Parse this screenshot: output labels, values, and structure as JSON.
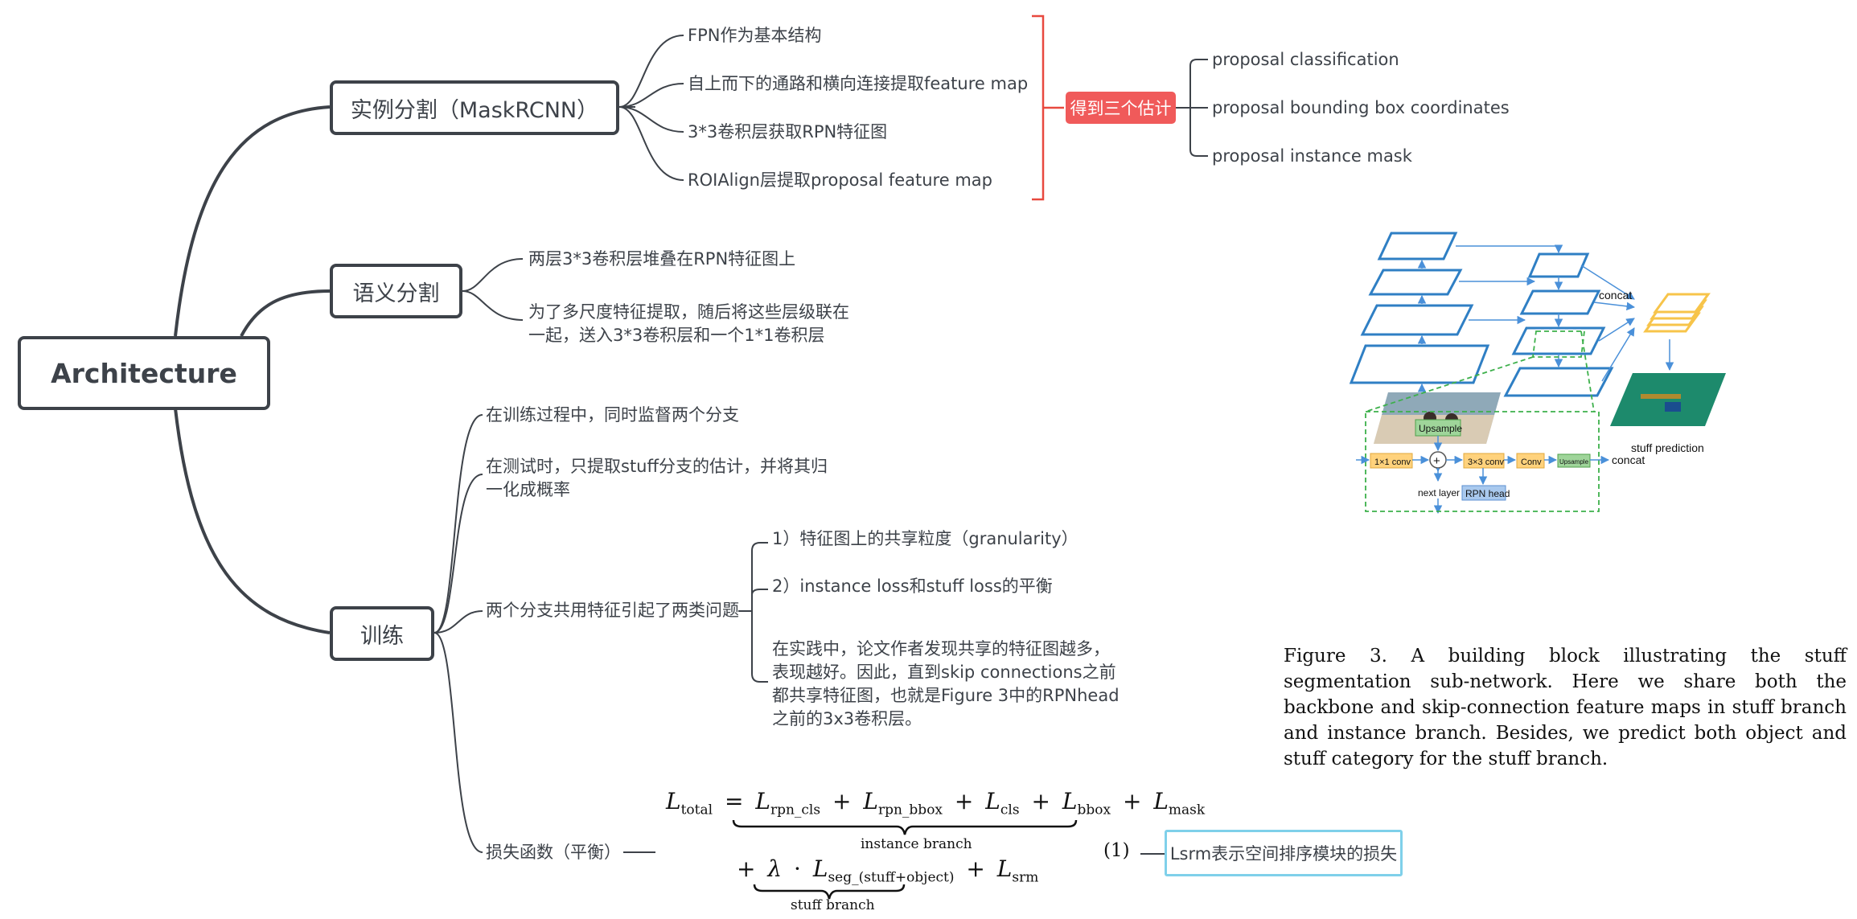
{
  "colors": {
    "line": "#3d4249",
    "bracket": "#e8493f",
    "badge_bg": "#f05a5a",
    "note_border": "#7fd0ea",
    "fig_blue": "#2f7fc4",
    "fig_green": "#3db04b",
    "fig_yellow": "#f7c44a"
  },
  "root": {
    "label": "Architecture"
  },
  "branches": {
    "mask": {
      "label": "实例分割（MaskRCNN）",
      "children": [
        "FPN作为基本结构",
        "自上而下的通路和横向连接提取feature map",
        "3*3卷积层获取RPN特征图",
        "ROIAlign层提取proposal feature map"
      ],
      "badge": "得到三个估计",
      "estimates": [
        "proposal classification",
        "proposal bounding box coordinates",
        "proposal instance mask"
      ]
    },
    "semantic": {
      "label": "语义分割",
      "children": [
        "两层3*3卷积层堆叠在RPN特征图上",
        "为了多尺度特征提取，随后将这些层级联在一起，送入3*3卷积层和一个1*1卷积层"
      ]
    },
    "train": {
      "label": "训练",
      "children": [
        "在训练过程中，同时监督两个分支",
        "在测试时，只提取stuff分支的估计，并将其归一化成概率",
        "两个分支共用特征引起了两类问题",
        "损失函数（平衡）"
      ],
      "issues": [
        "1）特征图上的共享粒度（granularity）",
        "2）instance loss和stuff loss的平衡",
        "在实践中，论文作者发现共享的特征图越多，表现越好。因此，直到skip connections之前都共享特征图，也就是Figure 3中的RPNhead之前的3x3卷积层。"
      ],
      "loss_note": "Lsrm表示空间排序模块的损失"
    }
  },
  "equation": {
    "lhs": "L",
    "lhs_sub": "total",
    "eq": "=",
    "t1": "L",
    "t1_sub": "rpn_cls",
    "t2": "L",
    "t2_sub": "rpn_bbox",
    "t3": "L",
    "t3_sub": "cls",
    "t4": "L",
    "t4_sub": "bbox",
    "t5": "L",
    "t5_sub": "mask",
    "plus": "+",
    "brace1_label": "instance branch",
    "lambda": "λ",
    "dot": "·",
    "t6": "L",
    "t6_sub": "seg_(stuff+object)",
    "t7": "L",
    "t7_sub": "srm",
    "brace2_label": "stuff branch",
    "number": "(1)"
  },
  "figure": {
    "concat_top": "concat",
    "stuff_prediction": "stuff prediction",
    "upsample": "Upsample",
    "conv1x1": "1×1 conv",
    "plus": "+",
    "conv3x3": "3×3 conv",
    "conv": "Conv",
    "upsample_small": "Upsample",
    "concat": "concat",
    "next_layer": "next layer",
    "rpn_head": "RPN head",
    "caption": "Figure 3. A building block illustrating the stuff segmentation sub-network. Here we share both the backbone and skip-connection feature maps in stuff branch and instance branch. Besides, we predict both object and stuff category for the stuff branch."
  }
}
